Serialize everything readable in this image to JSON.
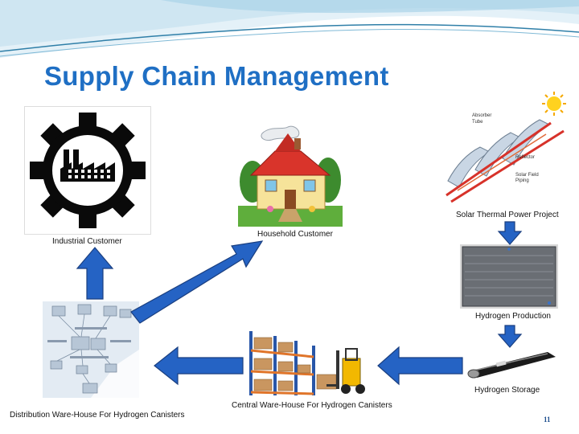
{
  "slide": {
    "title": "Supply Chain Management",
    "page_number": "11"
  },
  "colors": {
    "title": "#1f6fc4",
    "arrow_fill": "#2563c4",
    "arrow_stroke": "#1a3f80",
    "wave_light": "#cfe6f2",
    "wave_dark": "#2f7fa8"
  },
  "nodes": {
    "industrial_customer": {
      "label": "Industrial Customer",
      "icon": "factory-gear-icon"
    },
    "household_customer": {
      "label": "Household Customer",
      "icon": "house-icon"
    },
    "solar_project": {
      "label": "Solar Thermal Power Project",
      "icon": "solar-trough-diagram",
      "parts": [
        "Absorber Tube",
        "Reflector",
        "Solar Field Piping"
      ]
    },
    "hydrogen_production": {
      "label": "Hydrogen Production",
      "icon": "electrolyzer-panel-icon"
    },
    "hydrogen_storage": {
      "label": "Hydrogen Storage",
      "icon": "hydrogen-canister-icon"
    },
    "central_warehouse": {
      "label": "Central Ware-House For Hydrogen Canisters",
      "icon": "warehouse-forklift-icon"
    },
    "distribution_warehouse": {
      "label": "Distribution Ware-House For Hydrogen Canisters",
      "icon": "distribution-network-icon"
    }
  }
}
